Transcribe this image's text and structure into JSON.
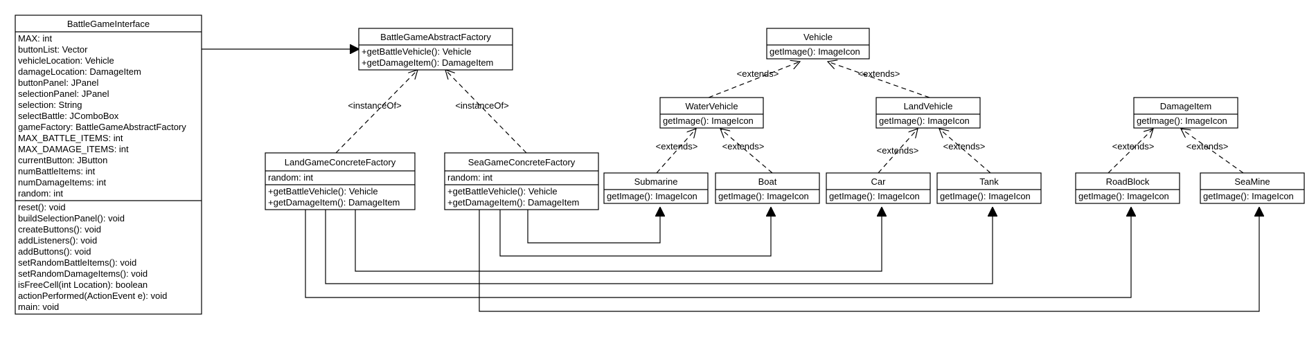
{
  "classes": {
    "battle_game_interface": {
      "name": "BattleGameInterface",
      "attributes": [
        "MAX: int",
        "buttonList: Vector",
        "vehicleLocation: Vehicle",
        "damageLocation: DamageItem",
        "buttonPanel: JPanel",
        "selectionPanel: JPanel",
        "selection: String",
        "selectBattle: JComboBox",
        "gameFactory: BattleGameAbstractFactory",
        "MAX_BATTLE_ITEMS: int",
        "MAX_DAMAGE_ITEMS: int",
        "currentButton: JButton",
        "numBattleItems: int",
        "numDamageItems: int",
        "random: int"
      ],
      "operations": [
        "reset(): void",
        "buildSelectionPanel(): void",
        "createButtons(): void",
        "addListeners(): void",
        "addButtons(): void",
        "setRandomBattleItems(): void",
        "setRandomDamageItems(): void",
        "isFreeCell(int Location): boolean",
        "actionPerformed(ActionEvent e): void",
        "main: void"
      ]
    },
    "battle_game_abstract_factory": {
      "name": "BattleGameAbstractFactory",
      "operations": [
        "+getBattleVehicle(): Vehicle",
        "+getDamageItem(): DamageItem"
      ]
    },
    "land_game_concrete_factory": {
      "name": "LandGameConcreteFactory",
      "attributes": [
        "random: int"
      ],
      "operations": [
        "+getBattleVehicle(): Vehicle",
        "+getDamageItem(): DamageItem"
      ]
    },
    "sea_game_concrete_factory": {
      "name": "SeaGameConcreteFactory",
      "attributes": [
        "random: int"
      ],
      "operations": [
        "+getBattleVehicle(): Vehicle",
        "+getDamageItem(): DamageItem"
      ]
    },
    "vehicle": {
      "name": "Vehicle",
      "operations": [
        "getImage(): ImageIcon"
      ]
    },
    "water_vehicle": {
      "name": "WaterVehicle",
      "operations": [
        "getImage(): ImageIcon"
      ]
    },
    "land_vehicle": {
      "name": "LandVehicle",
      "operations": [
        "getImage(): ImageIcon"
      ]
    },
    "damage_item": {
      "name": "DamageItem",
      "operations": [
        "getImage(): ImageIcon"
      ]
    },
    "submarine": {
      "name": "Submarine",
      "operations": [
        "getImage(): ImageIcon"
      ]
    },
    "boat": {
      "name": "Boat",
      "operations": [
        "getImage(): ImageIcon"
      ]
    },
    "car": {
      "name": "Car",
      "operations": [
        "getImage(): ImageIcon"
      ]
    },
    "tank": {
      "name": "Tank",
      "operations": [
        "getImage(): ImageIcon"
      ]
    },
    "road_block": {
      "name": "RoadBlock",
      "operations": [
        "getImage(): ImageIcon"
      ]
    },
    "sea_mine": {
      "name": "SeaMine",
      "operations": [
        "getImage(): ImageIcon"
      ]
    }
  },
  "relations": {
    "instance_of_land": "<instanceOf>",
    "instance_of_sea": "<instanceOf>",
    "extends_water": "<extends>",
    "extends_land": "<extends>",
    "extends_submarine": "<extends>",
    "extends_boat": "<extends>",
    "extends_car": "<extends>",
    "extends_tank": "<extends>",
    "extends_roadblock": "<extends>",
    "extends_seamine": "<extends>"
  }
}
